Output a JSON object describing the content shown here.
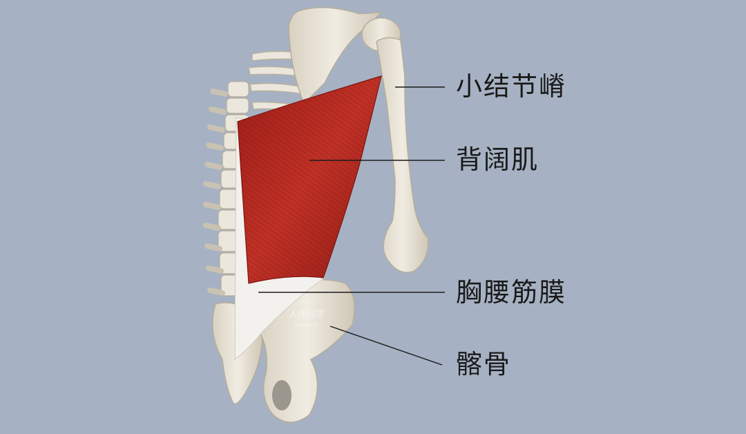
{
  "diagram": {
    "labels": [
      {
        "id": "lesser-tubercle-crest",
        "text": "小结节嵴"
      },
      {
        "id": "latissimus-dorsi",
        "text": "背阔肌"
      },
      {
        "id": "thoracolumbar-fascia",
        "text": "胸腰筋膜"
      },
      {
        "id": "ilium",
        "text": "髂骨"
      }
    ],
    "watermark": {
      "top": "THE",
      "main": "人体科学",
      "sub": "wechat ID"
    }
  },
  "colors": {
    "background": "#a6b2c3",
    "bone": "#ece7dc",
    "bone_shadow": "#c9c2b2",
    "muscle": "#b3261e",
    "muscle_dark": "#7e1612",
    "fascia": "#f3f1ee",
    "leader_line": "#1a1a1a"
  }
}
